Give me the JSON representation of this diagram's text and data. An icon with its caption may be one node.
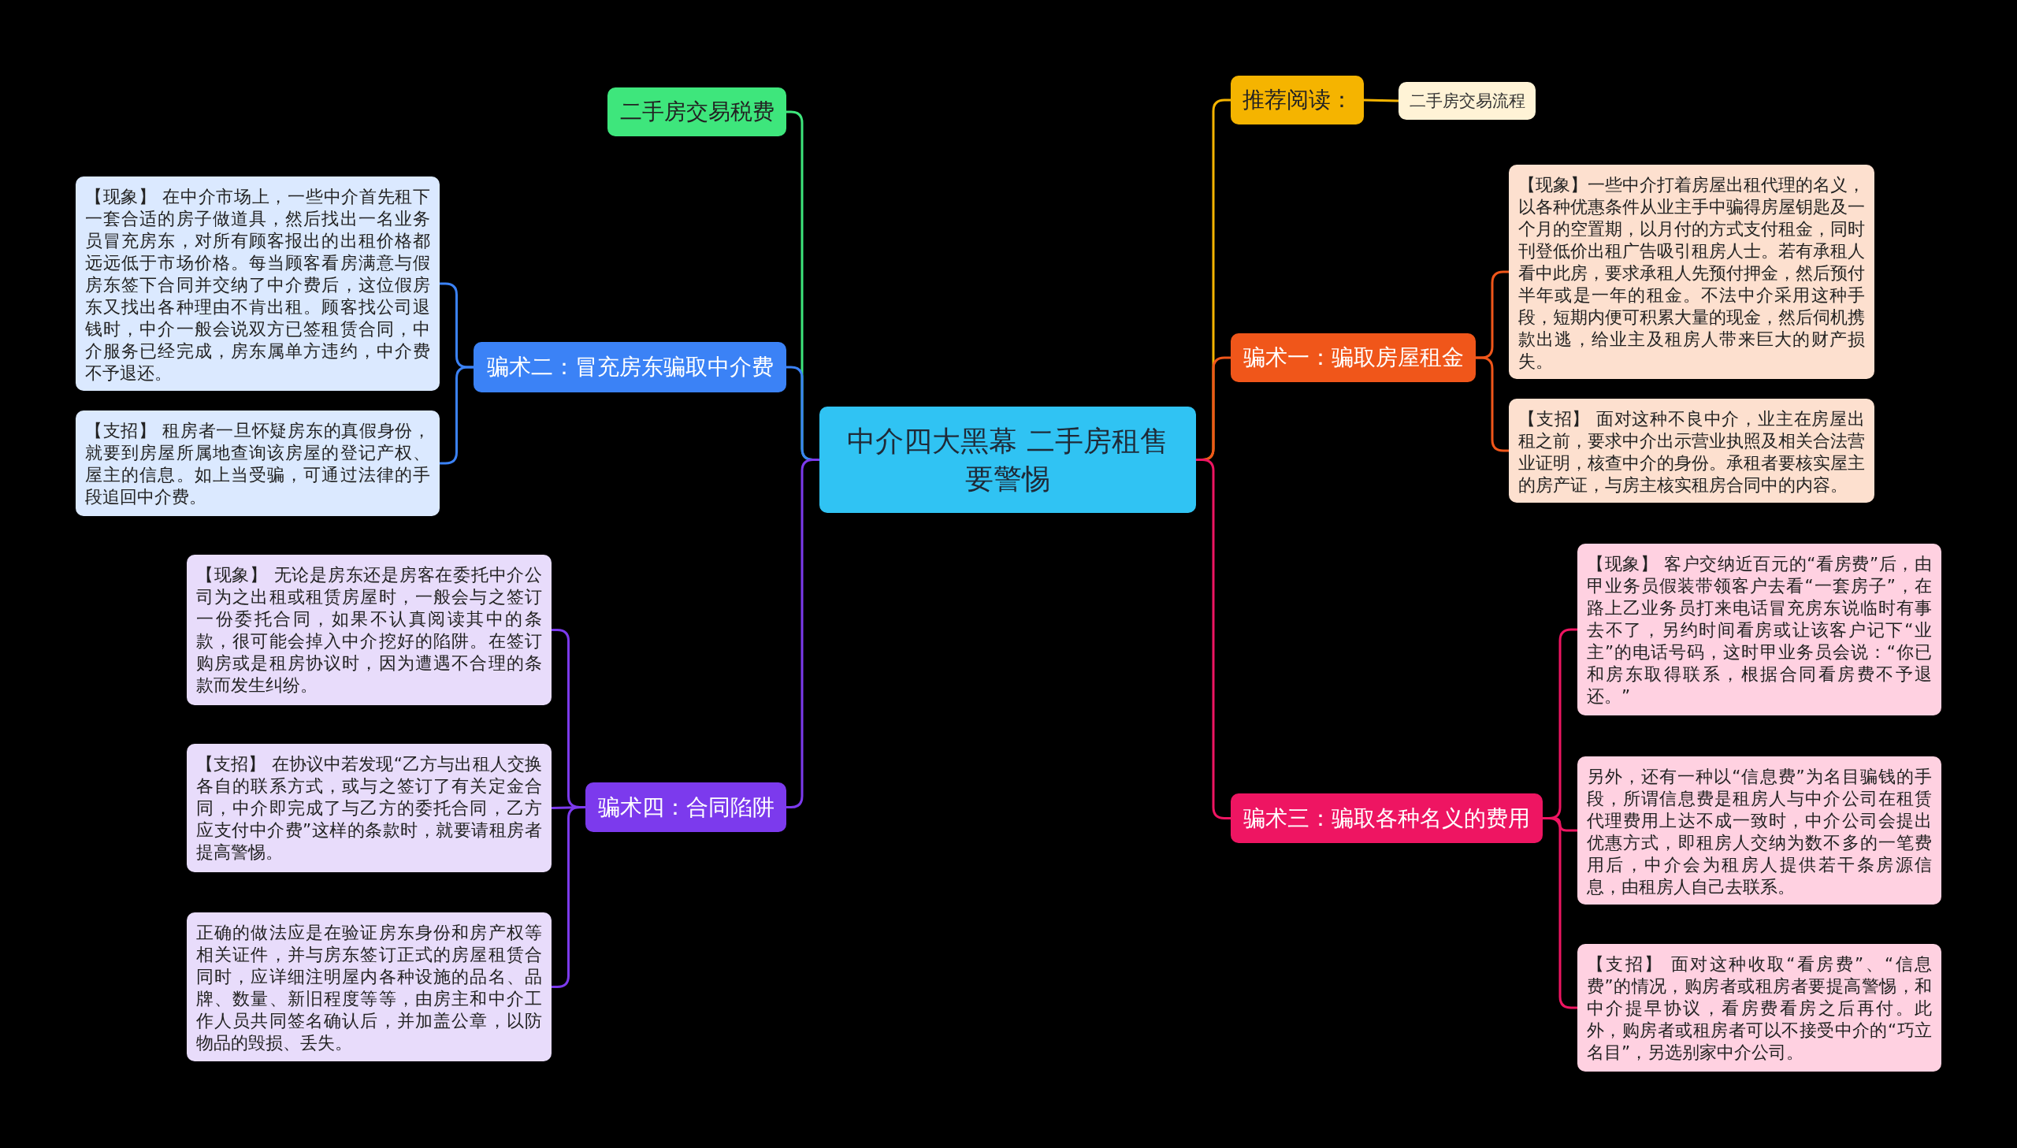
{
  "diagram": {
    "nodes": [
      {
        "text": [
          "中介四大黑幕 二手房租售要警惕"
        ]
      },
      {
        "text": [
          "推荐阅读："
        ]
      },
      {
        "text": [
          "二手房交易流程"
        ]
      },
      {
        "text": [
          "骗术一：骗取房屋租金"
        ]
      },
      {
        "text": [
          "【现象】一些中介打着房屋出租代理的名义，以各种优惠条件从业主手中骗得房屋钥匙及一个月的空置期，以月付的方式支付租金，同时刊登低价出租广告吸引租房人士。若有承租人看中此房，要求承租人先预付押金，然后预付半年或是一年的租金。不法中介采用这种手段，短期内便可积累大量的现金，然后伺机携款出逃，给业主及租房人带来巨大的财产损失。"
        ]
      },
      {
        "text": [
          "【支招】 面对这种不良中介，业主在房屋出租之前，要求中介出示营业执照及相关合法营业证明，核查中介的身份。承租者要核实屋主的房产证，与房主核实租房合同中的内容。"
        ]
      },
      {
        "text": [
          "骗术三：骗取各种名义的费用"
        ]
      },
      {
        "text": [
          "【现象】 客户交纳近百元的“看房费”后，由甲业务员假装带领客户去看“一套房子”，在路上乙业务员打来电话冒充房东说临时有事去不了，另约时间看房或让该客户记下“业主”的电话号码，这时甲业务员会说：“你已和房东取得联系，根据合同看房费不予退还。”"
        ]
      },
      {
        "text": [
          "另外，还有一种以“信息费”为名目骗钱的手段，所谓信息费是租房人与中介公司在租赁代理费用上达不成一致时，中介公司会提出优惠方式，即租房人交纳为数不多的一笔费用后，中介会为租房人提供若干条房源信息，由租房人自己去联系。"
        ]
      },
      {
        "text": [
          "【支招】 面对这种收取“看房费”、“信息费”的情况，购房者或租房者要提高警惕，和中介提早协议，看房费看房之后再付。此外，购房者或租房者可以不接受中介的“巧立名目”，另选别家中介公司。"
        ]
      },
      {
        "text": [
          "二手房交易税费"
        ]
      },
      {
        "text": [
          "骗术二：冒充房东骗取中介费"
        ]
      },
      {
        "text": [
          "【现象】 在中介市场上，一些中介首先租下一套合适的房子做道具，然后找出一名业务员冒充房东，对所有顾客报出的出租价格都远远低于市场价格。每当顾客看房满意与假房东签下合同并交纳了中介费后，这位假房东又找出各种理由不肯出租。顾客找公司退钱时，中介一般会说双方已签租赁合同，中介服务已经完成，房东属单方违约，中介费不予退还。"
        ]
      },
      {
        "text": [
          "【支招】 租房者一旦怀疑房东的真假身份，就要到房屋所属地查询该房屋的登记产权、屋主的信息。如上当受骗，可通过法律的手段追回中介费。"
        ]
      },
      {
        "text": [
          "骗术四：合同陷阱"
        ]
      },
      {
        "text": [
          "【现象】 无论是房东还是房客在委托中介公司为之出租或租赁房屋时，一般会与之签订一份委托合同，如果不认真阅读其中的条款，很可能会掉入中介挖好的陷阱。在签订购房或是租房协议时，因为遭遇不合理的条款而发生纠纷。"
        ]
      },
      {
        "text": [
          "【支招】 在协议中若发现“乙方与出租人交换各自的联系方式，或与之签订了有关定金合同，中介即完成了与乙方的委托合同，乙方应支付中介费”这样的条款时，就要请租房者提高警惕。"
        ]
      },
      {
        "text": [
          "正确的做法应是在验证房东身份和房产权等相关证件，并与房东签订正式的房屋租赁合同时，应详细注明屋内各种设施的品名、品牌、数量、新旧程度等等，由房主和中介工作人员共同签名确认后，并加盖公章，以防物品的毁损、丢失。"
        ]
      }
    ],
    "edges": [
      {
        "from": 0,
        "to": 1,
        "arrow": "none",
        "color": "#f5b400"
      },
      {
        "from": 1,
        "to": 2,
        "arrow": "none",
        "color": "#f5b400"
      },
      {
        "from": 0,
        "to": 3,
        "arrow": "none",
        "color": "#f0561a"
      },
      {
        "from": 3,
        "to": 4,
        "arrow": "none",
        "color": "#f0561a"
      },
      {
        "from": 3,
        "to": 5,
        "arrow": "none",
        "color": "#f0561a"
      },
      {
        "from": 0,
        "to": 6,
        "arrow": "none",
        "color": "#ee1562"
      },
      {
        "from": 6,
        "to": 7,
        "arrow": "none",
        "color": "#ee1562"
      },
      {
        "from": 6,
        "to": 8,
        "arrow": "none",
        "color": "#ee1562"
      },
      {
        "from": 6,
        "to": 9,
        "arrow": "none",
        "color": "#ee1562"
      },
      {
        "from": 0,
        "to": 10,
        "arrow": "none",
        "color": "#3ee67c"
      },
      {
        "from": 0,
        "to": 11,
        "arrow": "none",
        "color": "#3b82f6"
      },
      {
        "from": 11,
        "to": 12,
        "arrow": "none",
        "color": "#3b82f6"
      },
      {
        "from": 11,
        "to": 13,
        "arrow": "none",
        "color": "#3b82f6"
      },
      {
        "from": 0,
        "to": 14,
        "arrow": "none",
        "color": "#7c3aed"
      },
      {
        "from": 14,
        "to": 15,
        "arrow": "none",
        "color": "#7c3aed"
      },
      {
        "from": 14,
        "to": 16,
        "arrow": "none",
        "color": "#7c3aed"
      },
      {
        "from": 14,
        "to": 17,
        "arrow": "none",
        "color": "#7c3aed"
      }
    ]
  }
}
